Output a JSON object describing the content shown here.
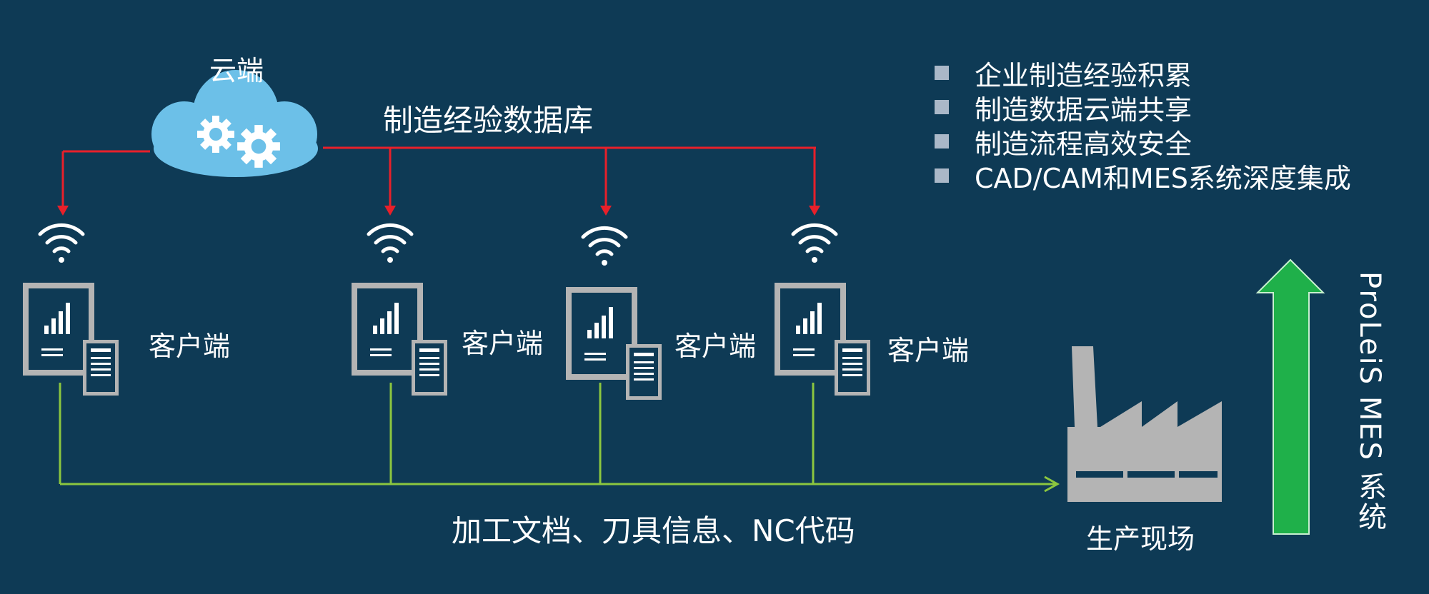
{
  "cloud": {
    "label": "云端",
    "icon": "cloud-gears-icon"
  },
  "database_label": "制造经验数据库",
  "clients": [
    {
      "label": "客户端"
    },
    {
      "label": "客户端"
    },
    {
      "label": "客户端"
    },
    {
      "label": "客户端"
    }
  ],
  "bottom_label": "加工文档、刀具信息、NC代码",
  "factory": {
    "label": "生产现场",
    "icon": "factory-icon"
  },
  "features": [
    "企业制造经验积累",
    "制造数据云端共享",
    "制造流程高效安全",
    "CAD/CAM和MES系统深度集成"
  ],
  "system_title": "ProLeiS MES 系统",
  "colors": {
    "background": "#0e3a55",
    "red_line": "#e8202a",
    "green_line": "#8cc63f",
    "green_arrow": "#1fb04a",
    "cloud": "#6cc0e8",
    "device_gray": "#b4b4b4"
  }
}
